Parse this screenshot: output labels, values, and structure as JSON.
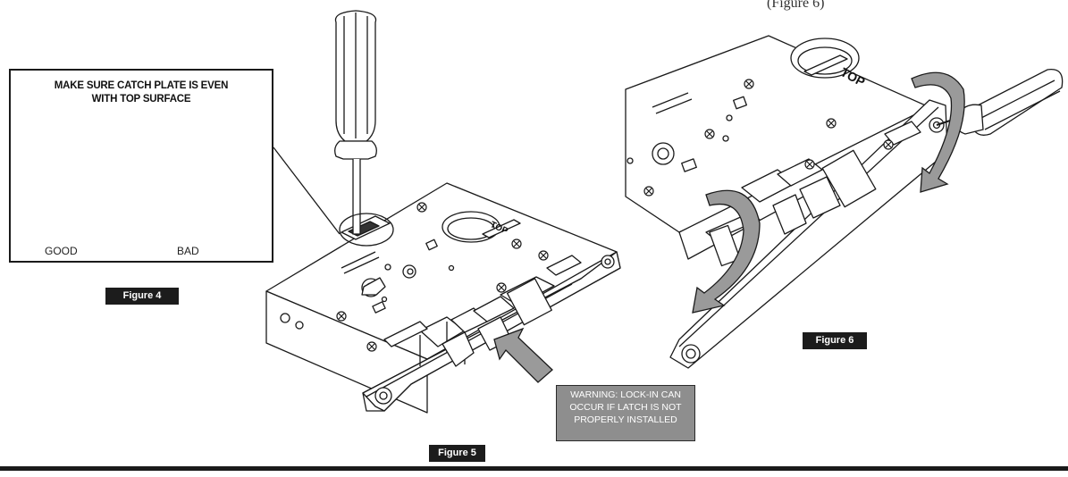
{
  "header_fragment": "(Figure 6)",
  "inset": {
    "title_line1": "MAKE SURE CATCH PLATE IS EVEN",
    "title_line2": "WITH TOP SURFACE",
    "good_label": "GOOD",
    "bad_label": "BAD"
  },
  "mortise_stamp": "TOP",
  "figure_labels": {
    "fig4": "Figure 4",
    "fig5": "Figure 5",
    "fig6": "Figure 6"
  },
  "warning": {
    "line1": "WARNING: LOCK-IN CAN",
    "line2": "OCCUR IF LATCH IS NOT",
    "line3": "PROPERLY INSTALLED"
  },
  "colors": {
    "ink": "#1a1a1a",
    "arrow_fill": "#9a9a9a",
    "warning_bg": "#8e8e8e",
    "label_bg": "#1c1c1c"
  }
}
